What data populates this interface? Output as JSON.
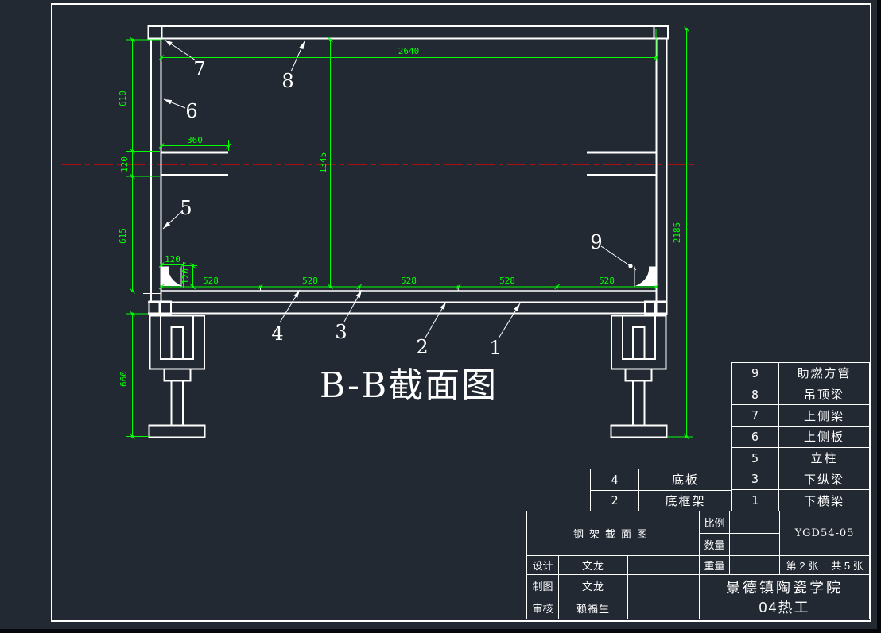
{
  "colors": {
    "background": "#222933",
    "dim_green": "#00ff00",
    "centerline_red": "#ff0000",
    "line_white": "#ffffff"
  },
  "drawing": {
    "title": "B-B截面图",
    "dims": {
      "top_width": "2640",
      "shelf_width": "360",
      "inner_height": "1345",
      "left_upper": "610",
      "center_gap": "120",
      "left_lower": "615",
      "leg_height": "660",
      "gusset_width": "120",
      "gusset_height": "120",
      "overall_height": "2185",
      "bottom_segments": [
        "528",
        "528",
        "528",
        "528",
        "528"
      ]
    },
    "callouts": {
      "c1": "1",
      "c2": "2",
      "c3": "3",
      "c4": "4",
      "c5": "5",
      "c6": "6",
      "c7": "7",
      "c8": "8",
      "c9": "9"
    }
  },
  "parts_table": {
    "main_rows": [
      {
        "no": "9",
        "name": "助燃方管"
      },
      {
        "no": "8",
        "name": "吊顶梁"
      },
      {
        "no": "7",
        "name": "上侧梁"
      },
      {
        "no": "6",
        "name": "上侧板"
      },
      {
        "no": "5",
        "name": "立柱"
      },
      {
        "no": "3",
        "name": "下纵梁"
      },
      {
        "no": "1",
        "name": "下横梁"
      }
    ],
    "side_rows": [
      {
        "no": "4",
        "name": "底板"
      },
      {
        "no": "2",
        "name": "底框架"
      }
    ]
  },
  "title_block": {
    "drawing_name": "钢架截面图",
    "scale_label": "比例",
    "qty_label": "数量",
    "weight_label": "重量",
    "drawing_no": "YGD54-05",
    "sheet_current": "第 2 张",
    "sheet_total": "共 5 张",
    "design_label": "设计",
    "design_value": "文龙",
    "draft_label": "制图",
    "draft_value": "文龙",
    "check_label": "审核",
    "check_value": "赖福生",
    "org_line1": "景德镇陶瓷学院",
    "org_line2": "04热工"
  }
}
